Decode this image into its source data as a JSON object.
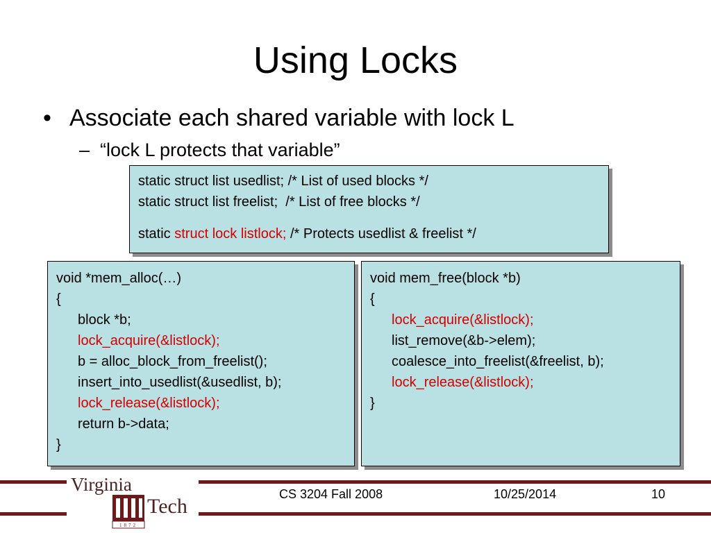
{
  "slide": {
    "title": "Using Locks",
    "bullet": "Associate each shared variable with lock L",
    "subbullet": "“lock L protects that variable”"
  },
  "top_box": {
    "line1": "static struct list usedlist; /* List of used blocks */",
    "line2": "static struct list freelist;  /* List of free blocks */",
    "line3_prefix": "static ",
    "line3_highlight": "struct lock listlock;",
    "line3_suffix": " /* Protects usedlist & freelist */"
  },
  "left_box": {
    "lines": [
      "void *mem_alloc(…)",
      "{",
      "block *b;",
      "lock_acquire(&listlock);",
      "b = alloc_block_from_freelist();",
      "insert_into_usedlist(&usedlist, b);",
      "lock_release(&listlock);",
      "return b->data;",
      "}"
    ]
  },
  "right_box": {
    "lines": [
      "void mem_free(block *b)",
      "{",
      "lock_acquire(&listlock);",
      "list_remove(&b->elem);",
      "coalesce_into_freelist(&freelist, b);",
      "lock_release(&listlock);",
      "}"
    ]
  },
  "footer": {
    "course": "CS 3204 Fall 2008",
    "date": "10/25/2014",
    "page": "10",
    "logo_text_1": "Virginia",
    "logo_text_2": "Tech",
    "logo_year": "1872"
  },
  "colors": {
    "highlight": "#d40000",
    "box_fill": "#b9e0e2",
    "footer_rule": "#6e1a1a"
  }
}
